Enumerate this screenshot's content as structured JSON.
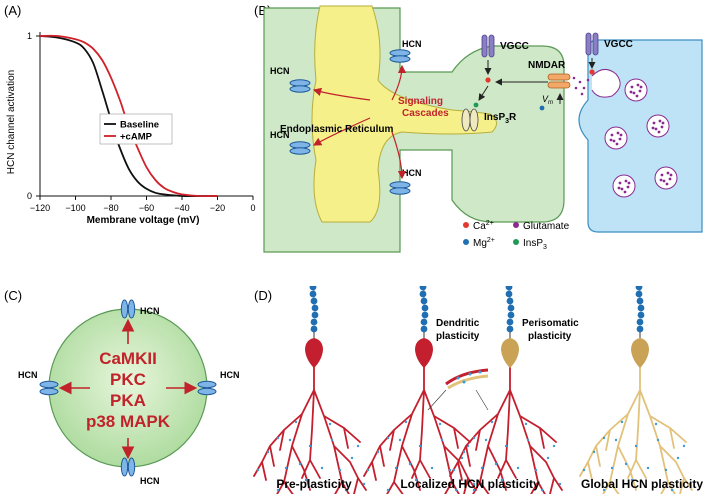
{
  "panels": {
    "a": {
      "label": "(A)"
    },
    "b": {
      "label": "(B)"
    },
    "c": {
      "label": "(C)"
    },
    "d": {
      "label": "(D)"
    }
  },
  "chart_data": {
    "type": "line",
    "xlabel": "Membrane voltage (mV)",
    "ylabel": "HCN channel activation",
    "xlim": [
      -120,
      0
    ],
    "ylim": [
      0,
      1
    ],
    "xticks": [
      -120,
      -100,
      -80,
      -60,
      -40,
      -20,
      0
    ],
    "xtick_labels": [
      "−120",
      "−100",
      "−80",
      "−60",
      "−40",
      "−20",
      "0"
    ],
    "yticks": [
      0,
      1
    ],
    "ytick_labels": [
      "0",
      "1"
    ],
    "legend_position": "center-right",
    "grid": false,
    "series": [
      {
        "name": "Baseline",
        "color": "#111111",
        "x": [
          -120,
          -110,
          -100,
          -95,
          -90,
          -85,
          -82,
          -78,
          -75,
          -70,
          -65,
          -60,
          -55,
          -50,
          -40,
          -30,
          -20
        ],
        "y": [
          1.0,
          0.99,
          0.96,
          0.92,
          0.83,
          0.66,
          0.55,
          0.4,
          0.3,
          0.17,
          0.09,
          0.045,
          0.02,
          0.01,
          0.0,
          0.0,
          0.0
        ]
      },
      {
        "name": "+cAMP",
        "color": "#d0202a",
        "x": [
          -120,
          -110,
          -100,
          -95,
          -90,
          -85,
          -80,
          -75,
          -72,
          -68,
          -65,
          -60,
          -55,
          -50,
          -45,
          -40,
          -30,
          -20
        ],
        "y": [
          1.0,
          1.0,
          0.98,
          0.96,
          0.92,
          0.85,
          0.74,
          0.6,
          0.5,
          0.38,
          0.3,
          0.18,
          0.1,
          0.05,
          0.025,
          0.01,
          0.0,
          0.0
        ]
      }
    ]
  },
  "b": {
    "hcn": "HCN",
    "vgcc": "VGCC",
    "nmdar": "NMDAR",
    "signaling_1": "Signaling",
    "signaling_2": "Cascades",
    "er": "Endoplasmic Reticulum",
    "insp3r": "InsP",
    "insp3r_sub": "3",
    "insp3r_end": "R",
    "vm": "V",
    "vm_sub": "m",
    "legend": {
      "ca": "Ca",
      "ca_sup": "2+",
      "mg": "Mg",
      "mg_sup": "2+",
      "glu": "Glutamate",
      "insp3": "InsP",
      "insp3_sub": "3"
    },
    "colors": {
      "ca": "#e23a2e",
      "mg": "#1f6fb2",
      "glu": "#8b2a8f",
      "insp3": "#1f9a55"
    }
  },
  "c": {
    "hcn": "HCN",
    "kinases": [
      "CaMKII",
      "PKC",
      "PKA",
      "p38 MAPK"
    ],
    "kinase_color": "#c1232b"
  },
  "d": {
    "dendritic_1": "Dendritic",
    "dendritic_2": "plasticity",
    "perisomatic_1": "Perisomatic",
    "perisomatic_2": "plasticity",
    "captions": [
      "Pre-plasticity",
      "Localized HCN plasticity",
      "Global HCN plasticity"
    ]
  }
}
